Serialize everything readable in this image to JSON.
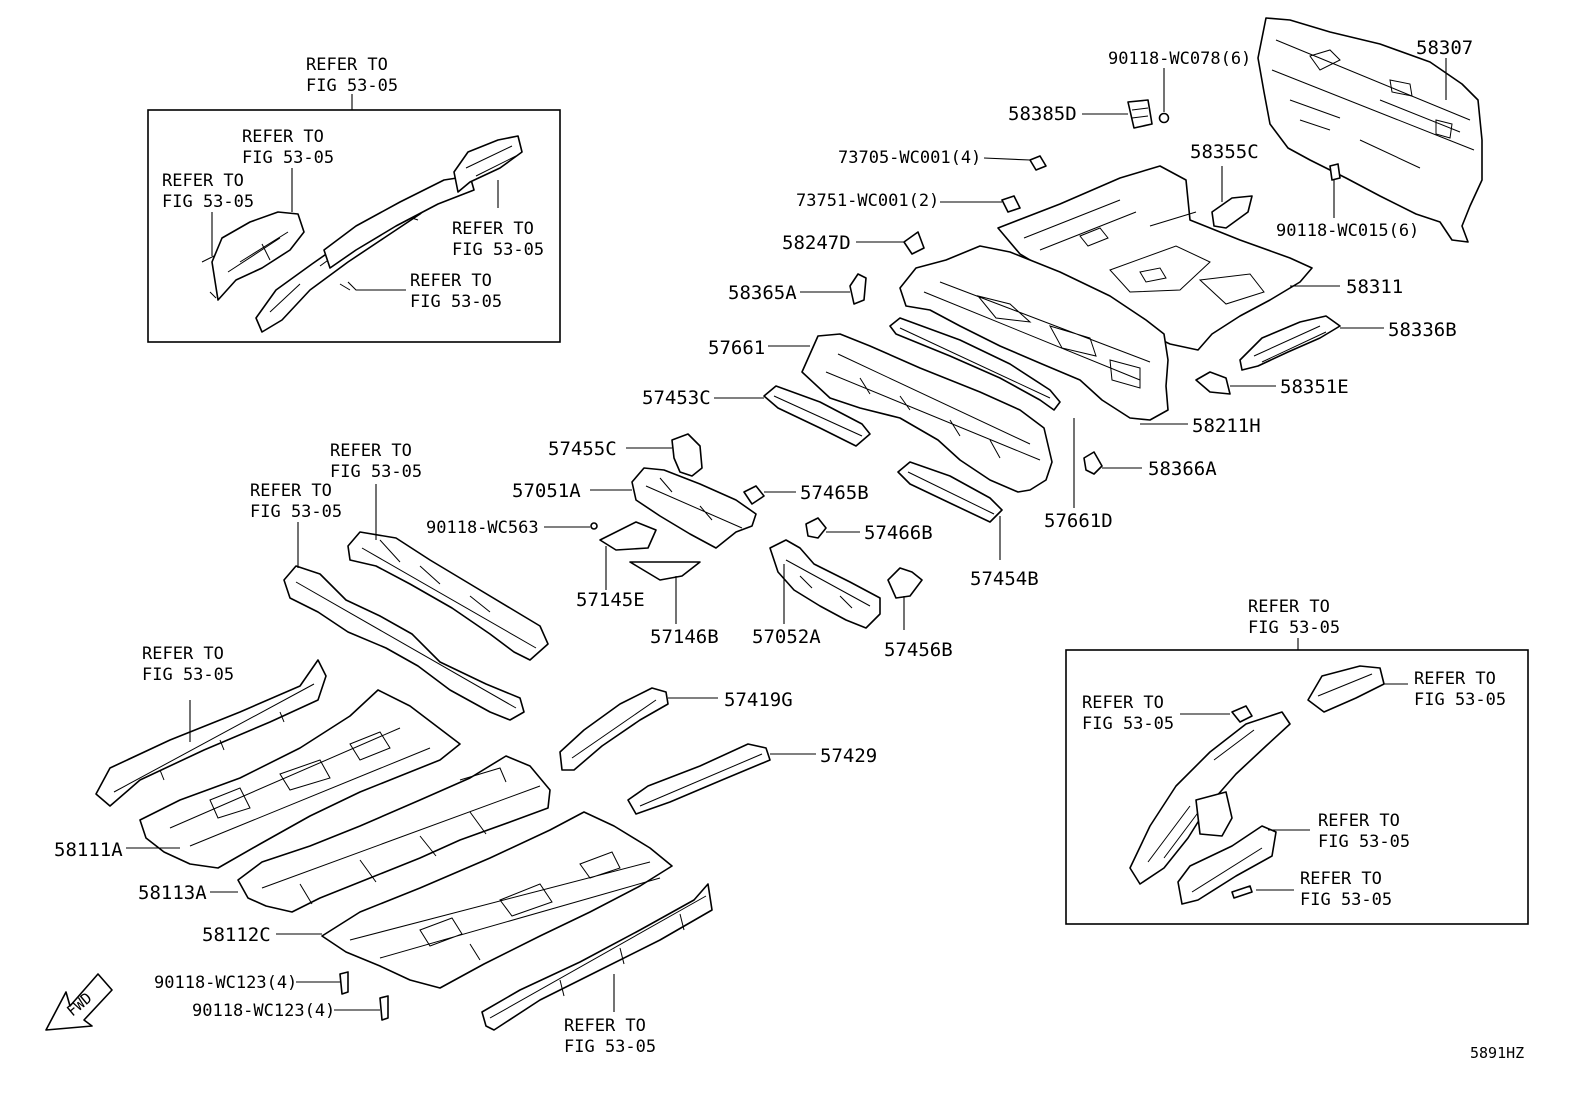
{
  "parts": {
    "p58307": "58307",
    "p90118_wc078": "90118-WC078(6)",
    "p58385d": "58385D",
    "p73705": "73705-WC001(4)",
    "p58355c": "58355C",
    "p73751": "73751-WC001(2)",
    "p90118_wc015": "90118-WC015(6)",
    "p58247d": "58247D",
    "p58365a": "58365A",
    "p58311": "58311",
    "p57661": "57661",
    "p58336b": "58336B",
    "p57453c": "57453C",
    "p58351e": "58351E",
    "p58211h": "58211H",
    "p57455c": "57455C",
    "p58366a": "58366A",
    "p57051a": "57051A",
    "p57465b": "57465B",
    "p57661d": "57661D",
    "p90118_wc563": "90118-WC563",
    "p57466b": "57466B",
    "p57454b": "57454B",
    "p57145e": "57145E",
    "p57146b": "57146B",
    "p57052a": "57052A",
    "p57456b": "57456B",
    "p57419g": "57419G",
    "p57429": "57429",
    "p58111a": "58111A",
    "p58113a": "58113A",
    "p58112c": "58112C",
    "p90118_wc123_1": "90118-WC123(4)",
    "p90118_wc123_2": "90118-WC123(4)"
  },
  "refer": {
    "line1": "REFER TO",
    "line2": "FIG 53-05"
  },
  "fwd_label": "FWD",
  "diagram_code": "5891HZ"
}
